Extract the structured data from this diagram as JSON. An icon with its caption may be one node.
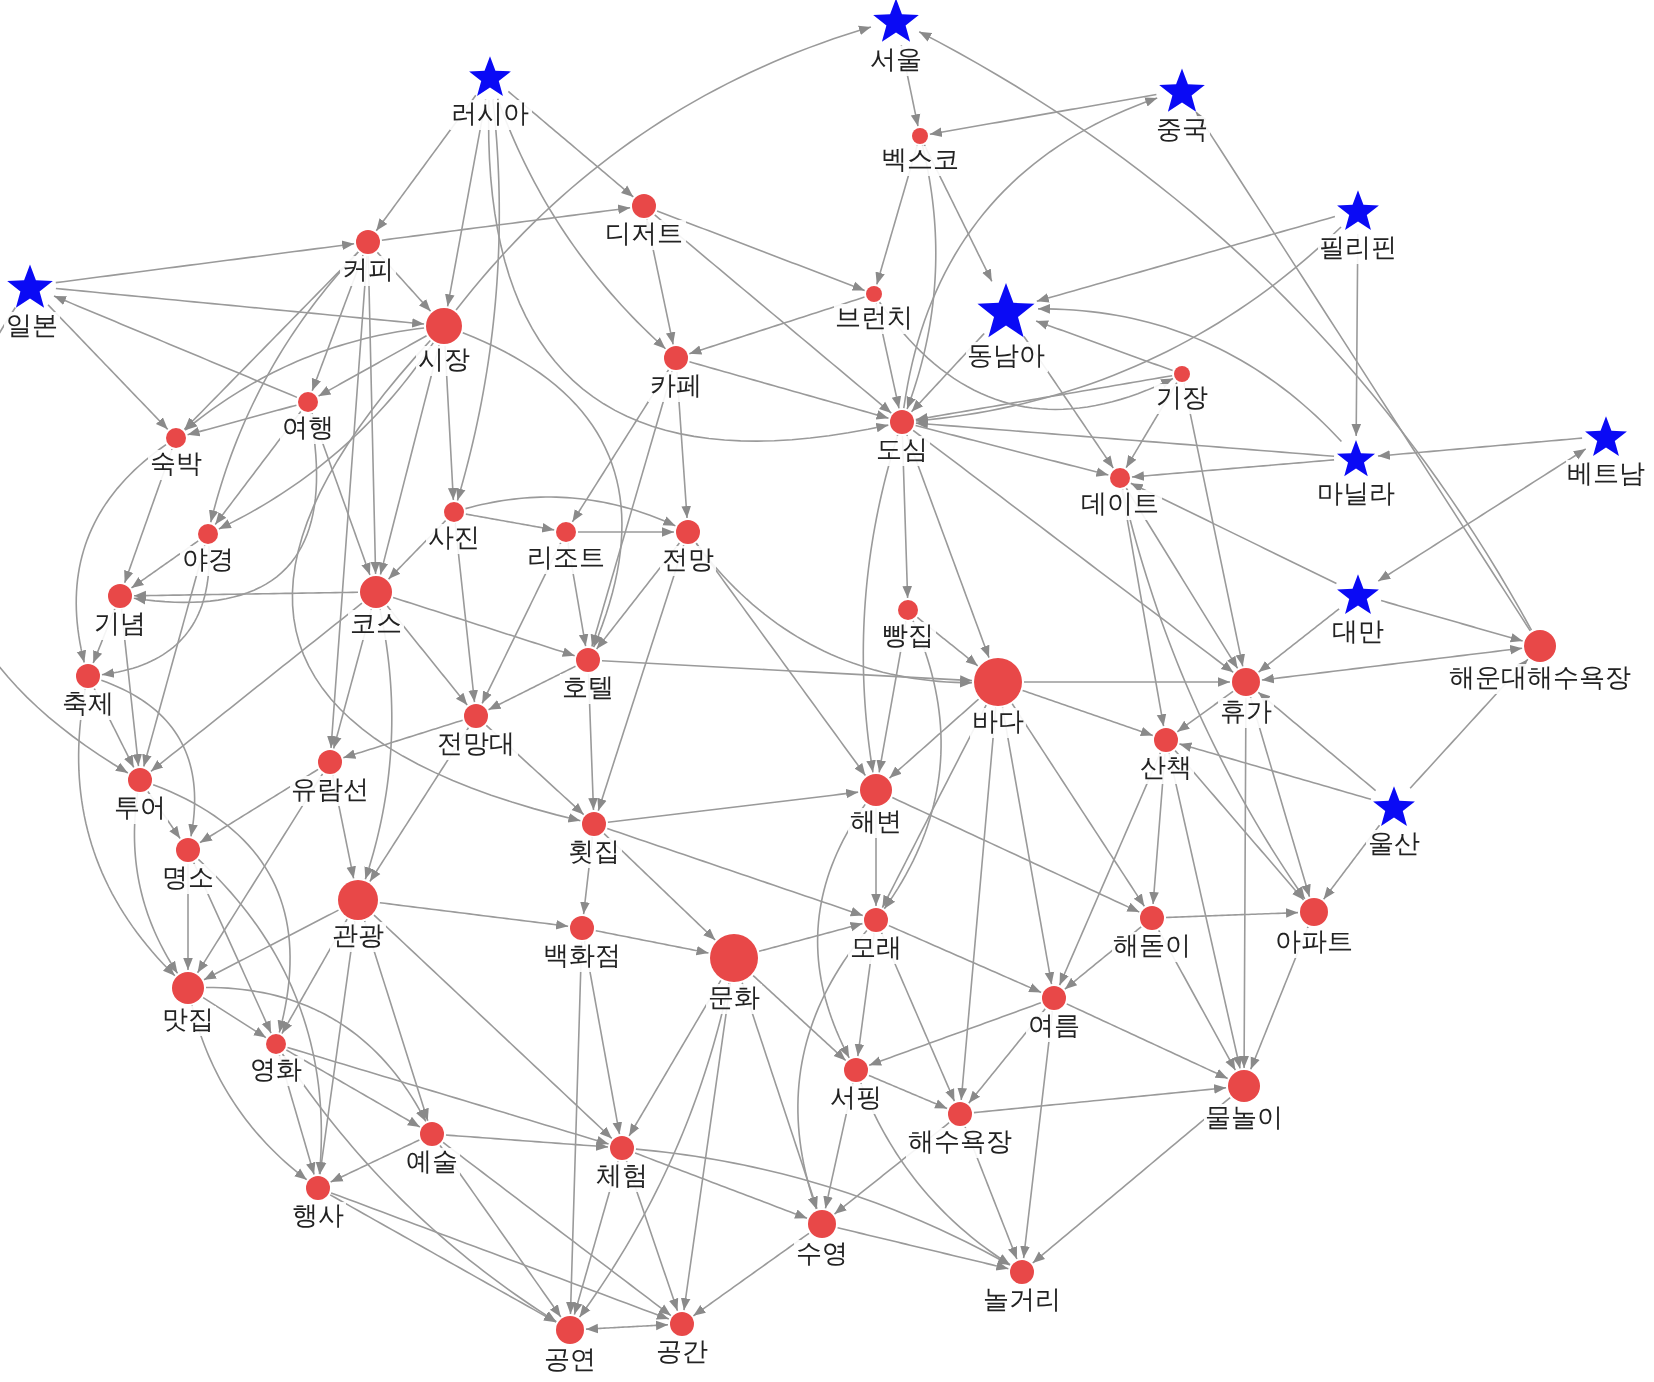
{
  "diagram": {
    "nodes": [
      {
        "text": [
          "러시아"
        ]
      },
      {
        "text": [
          "서울"
        ]
      },
      {
        "text": [
          "중국"
        ]
      },
      {
        "text": [
          "필리핀"
        ]
      },
      {
        "text": [
          "일본"
        ]
      },
      {
        "text": [
          "벡스코"
        ]
      },
      {
        "text": [
          "디저트"
        ]
      },
      {
        "text": [
          "커피"
        ]
      },
      {
        "text": [
          "브런치"
        ]
      },
      {
        "text": [
          "동남아"
        ]
      },
      {
        "text": [
          "기장"
        ]
      },
      {
        "text": [
          "시장"
        ]
      },
      {
        "text": [
          "카페"
        ]
      },
      {
        "text": [
          "여행"
        ]
      },
      {
        "text": [
          "숙박"
        ]
      },
      {
        "text": [
          "도심"
        ]
      },
      {
        "text": [
          "데이트"
        ]
      },
      {
        "text": [
          "마닐라"
        ]
      },
      {
        "text": [
          "베트남"
        ]
      },
      {
        "text": [
          "야경"
        ]
      },
      {
        "text": [
          "사진"
        ]
      },
      {
        "text": [
          "리조트"
        ]
      },
      {
        "text": [
          "전망"
        ]
      },
      {
        "text": [
          "기념"
        ]
      },
      {
        "text": [
          "코스"
        ]
      },
      {
        "text": [
          "빵집"
        ]
      },
      {
        "text": [
          "대만"
        ]
      },
      {
        "text": [
          "해운대해수욕장"
        ]
      },
      {
        "text": [
          "축제"
        ]
      },
      {
        "text": [
          "호텔"
        ]
      },
      {
        "text": [
          "바다"
        ]
      },
      {
        "text": [
          "휴가"
        ]
      },
      {
        "text": [
          "전망대"
        ]
      },
      {
        "text": [
          "유람선"
        ]
      },
      {
        "text": [
          "산책"
        ]
      },
      {
        "text": [
          "투어"
        ]
      },
      {
        "text": [
          "횟집"
        ]
      },
      {
        "text": [
          "해변"
        ]
      },
      {
        "text": [
          "울산"
        ]
      },
      {
        "text": [
          "명소"
        ]
      },
      {
        "text": [
          "관광"
        ]
      },
      {
        "text": [
          "백화점"
        ]
      },
      {
        "text": [
          "모래"
        ]
      },
      {
        "text": [
          "해돋이"
        ]
      },
      {
        "text": [
          "아파트"
        ]
      },
      {
        "text": [
          "맛집"
        ]
      },
      {
        "text": [
          "문화"
        ]
      },
      {
        "text": [
          "여름"
        ]
      },
      {
        "text": [
          "영화"
        ]
      },
      {
        "text": [
          "서핑"
        ]
      },
      {
        "text": [
          "해수욕장"
        ]
      },
      {
        "text": [
          "물놀이"
        ]
      },
      {
        "text": [
          "예술"
        ]
      },
      {
        "text": [
          "체험"
        ]
      },
      {
        "text": [
          "행사"
        ]
      },
      {
        "text": [
          "수영"
        ]
      },
      {
        "text": [
          "놀거리"
        ]
      },
      {
        "text": [
          "공연"
        ]
      },
      {
        "text": [
          "공간"
        ]
      }
    ],
    "edges": [
      {
        "from": 0,
        "to": 6,
        "arrow": "to"
      },
      {
        "from": 0,
        "to": 7,
        "arrow": "to"
      },
      {
        "from": 0,
        "to": 11,
        "arrow": "to"
      },
      {
        "from": 0,
        "to": 12,
        "arrow": "to"
      },
      {
        "from": 0,
        "to": 20,
        "arrow": "to"
      },
      {
        "from": 0,
        "to": 15,
        "arrow": "to"
      },
      {
        "from": 1,
        "to": 5,
        "arrow": "to"
      },
      {
        "from": 27,
        "to": 1,
        "arrow": "to"
      },
      {
        "from": 11,
        "to": 1,
        "arrow": "to"
      },
      {
        "from": 2,
        "to": 5,
        "arrow": "to"
      },
      {
        "from": 27,
        "to": 2,
        "arrow": "to"
      },
      {
        "from": 15,
        "to": 2,
        "arrow": "to"
      },
      {
        "from": 3,
        "to": 17,
        "arrow": "to"
      },
      {
        "from": 3,
        "to": 9,
        "arrow": "to"
      },
      {
        "from": 3,
        "to": 15,
        "arrow": "to"
      },
      {
        "from": 4,
        "to": 7,
        "arrow": "to"
      },
      {
        "from": 4,
        "to": 14,
        "arrow": "to"
      },
      {
        "from": 4,
        "to": 11,
        "arrow": "to"
      },
      {
        "from": 4,
        "to": 35,
        "arrow": "to"
      },
      {
        "from": 13,
        "to": 4,
        "arrow": "to"
      },
      {
        "from": 7,
        "to": 6,
        "arrow": "to"
      },
      {
        "from": 5,
        "to": 9,
        "arrow": "to"
      },
      {
        "from": 5,
        "to": 8,
        "arrow": "to"
      },
      {
        "from": 5,
        "to": 15,
        "arrow": "to"
      },
      {
        "from": 8,
        "to": 15,
        "arrow": "to"
      },
      {
        "from": 8,
        "to": 12,
        "arrow": "to"
      },
      {
        "from": 8,
        "to": 10,
        "arrow": "to"
      },
      {
        "from": 10,
        "to": 9,
        "arrow": "to"
      },
      {
        "from": 17,
        "to": 9,
        "arrow": "to"
      },
      {
        "from": 18,
        "to": 17,
        "arrow": "to"
      },
      {
        "from": 18,
        "to": 26,
        "arrow": "both"
      },
      {
        "from": 26,
        "to": 27,
        "arrow": "to"
      },
      {
        "from": 27,
        "to": 31,
        "arrow": "both"
      },
      {
        "from": 17,
        "to": 15,
        "arrow": "to"
      },
      {
        "from": 17,
        "to": 16,
        "arrow": "to"
      },
      {
        "from": 38,
        "to": 27,
        "arrow": "to"
      },
      {
        "from": 38,
        "to": 44,
        "arrow": "to"
      },
      {
        "from": 7,
        "to": 11,
        "arrow": "to"
      },
      {
        "from": 7,
        "to": 13,
        "arrow": "to"
      },
      {
        "from": 7,
        "to": 14,
        "arrow": "to"
      },
      {
        "from": 7,
        "to": 24,
        "arrow": "to"
      },
      {
        "from": 7,
        "to": 19,
        "arrow": "to"
      },
      {
        "from": 7,
        "to": 33,
        "arrow": "to"
      },
      {
        "from": 11,
        "to": 13,
        "arrow": "to"
      },
      {
        "from": 11,
        "to": 14,
        "arrow": "to"
      },
      {
        "from": 11,
        "to": 19,
        "arrow": "to"
      },
      {
        "from": 11,
        "to": 20,
        "arrow": "to"
      },
      {
        "from": 11,
        "to": 24,
        "arrow": "to"
      },
      {
        "from": 11,
        "to": 29,
        "arrow": "to"
      },
      {
        "from": 11,
        "to": 36,
        "arrow": "to"
      },
      {
        "from": 12,
        "to": 6,
        "arrow": "both"
      },
      {
        "from": 12,
        "to": 21,
        "arrow": "to"
      },
      {
        "from": 12,
        "to": 22,
        "arrow": "to"
      },
      {
        "from": 12,
        "to": 15,
        "arrow": "to"
      },
      {
        "from": 12,
        "to": 29,
        "arrow": "to"
      },
      {
        "from": 13,
        "to": 14,
        "arrow": "to"
      },
      {
        "from": 13,
        "to": 19,
        "arrow": "to"
      },
      {
        "from": 13,
        "to": 23,
        "arrow": "to"
      },
      {
        "from": 13,
        "to": 24,
        "arrow": "to"
      },
      {
        "from": 14,
        "to": 23,
        "arrow": "to"
      },
      {
        "from": 14,
        "to": 28,
        "arrow": "to"
      },
      {
        "from": 19,
        "to": 23,
        "arrow": "to"
      },
      {
        "from": 19,
        "to": 28,
        "arrow": "to"
      },
      {
        "from": 19,
        "to": 35,
        "arrow": "to"
      },
      {
        "from": 20,
        "to": 21,
        "arrow": "to"
      },
      {
        "from": 20,
        "to": 22,
        "arrow": "to"
      },
      {
        "from": 20,
        "to": 24,
        "arrow": "to"
      },
      {
        "from": 20,
        "to": 32,
        "arrow": "to"
      },
      {
        "from": 21,
        "to": 22,
        "arrow": "to"
      },
      {
        "from": 21,
        "to": 29,
        "arrow": "to"
      },
      {
        "from": 21,
        "to": 32,
        "arrow": "to"
      },
      {
        "from": 22,
        "to": 29,
        "arrow": "to"
      },
      {
        "from": 22,
        "to": 30,
        "arrow": "to"
      },
      {
        "from": 23,
        "to": 28,
        "arrow": "to"
      },
      {
        "from": 23,
        "to": 35,
        "arrow": "to"
      },
      {
        "from": 24,
        "to": 23,
        "arrow": "to"
      },
      {
        "from": 24,
        "to": 32,
        "arrow": "to"
      },
      {
        "from": 24,
        "to": 33,
        "arrow": "to"
      },
      {
        "from": 24,
        "to": 35,
        "arrow": "to"
      },
      {
        "from": 24,
        "to": 40,
        "arrow": "to"
      },
      {
        "from": 24,
        "to": 29,
        "arrow": "to"
      },
      {
        "from": 25,
        "to": 30,
        "arrow": "to"
      },
      {
        "from": 25,
        "to": 37,
        "arrow": "to"
      },
      {
        "from": 25,
        "to": 42,
        "arrow": "to"
      },
      {
        "from": 15,
        "to": 25,
        "arrow": "to"
      },
      {
        "from": 15,
        "to": 16,
        "arrow": "to"
      },
      {
        "from": 15,
        "to": 30,
        "arrow": "to"
      },
      {
        "from": 15,
        "to": 31,
        "arrow": "to"
      },
      {
        "from": 15,
        "to": 37,
        "arrow": "to"
      },
      {
        "from": 16,
        "to": 31,
        "arrow": "to"
      },
      {
        "from": 16,
        "to": 34,
        "arrow": "to"
      },
      {
        "from": 16,
        "to": 44,
        "arrow": "to"
      },
      {
        "from": 30,
        "to": 34,
        "arrow": "to"
      },
      {
        "from": 30,
        "to": 31,
        "arrow": "to"
      },
      {
        "from": 30,
        "to": 37,
        "arrow": "to"
      },
      {
        "from": 30,
        "to": 42,
        "arrow": "to"
      },
      {
        "from": 30,
        "to": 43,
        "arrow": "to"
      },
      {
        "from": 30,
        "to": 47,
        "arrow": "to"
      },
      {
        "from": 30,
        "to": 50,
        "arrow": "to"
      },
      {
        "from": 31,
        "to": 34,
        "arrow": "to"
      },
      {
        "from": 31,
        "to": 44,
        "arrow": "to"
      },
      {
        "from": 31,
        "to": 51,
        "arrow": "to"
      },
      {
        "from": 34,
        "to": 43,
        "arrow": "to"
      },
      {
        "from": 34,
        "to": 44,
        "arrow": "to"
      },
      {
        "from": 34,
        "to": 51,
        "arrow": "to"
      },
      {
        "from": 34,
        "to": 47,
        "arrow": "to"
      },
      {
        "from": 28,
        "to": 35,
        "arrow": "to"
      },
      {
        "from": 28,
        "to": 39,
        "arrow": "to"
      },
      {
        "from": 28,
        "to": 45,
        "arrow": "to"
      },
      {
        "from": 32,
        "to": 36,
        "arrow": "to"
      },
      {
        "from": 32,
        "to": 33,
        "arrow": "to"
      },
      {
        "from": 32,
        "to": 40,
        "arrow": "to"
      },
      {
        "from": 33,
        "to": 39,
        "arrow": "to"
      },
      {
        "from": 33,
        "to": 40,
        "arrow": "to"
      },
      {
        "from": 33,
        "to": 45,
        "arrow": "to"
      },
      {
        "from": 35,
        "to": 39,
        "arrow": "to"
      },
      {
        "from": 35,
        "to": 45,
        "arrow": "to"
      },
      {
        "from": 35,
        "to": 48,
        "arrow": "to"
      },
      {
        "from": 36,
        "to": 41,
        "arrow": "to"
      },
      {
        "from": 36,
        "to": 46,
        "arrow": "to"
      },
      {
        "from": 36,
        "to": 37,
        "arrow": "to"
      },
      {
        "from": 36,
        "to": 42,
        "arrow": "to"
      },
      {
        "from": 37,
        "to": 42,
        "arrow": "to"
      },
      {
        "from": 37,
        "to": 49,
        "arrow": "to"
      },
      {
        "from": 37,
        "to": 43,
        "arrow": "to"
      },
      {
        "from": 39,
        "to": 45,
        "arrow": "to"
      },
      {
        "from": 39,
        "to": 48,
        "arrow": "to"
      },
      {
        "from": 39,
        "to": 54,
        "arrow": "to"
      },
      {
        "from": 40,
        "to": 45,
        "arrow": "to"
      },
      {
        "from": 40,
        "to": 48,
        "arrow": "to"
      },
      {
        "from": 40,
        "to": 52,
        "arrow": "to"
      },
      {
        "from": 40,
        "to": 54,
        "arrow": "to"
      },
      {
        "from": 40,
        "to": 41,
        "arrow": "to"
      },
      {
        "from": 40,
        "to": 53,
        "arrow": "to"
      },
      {
        "from": 41,
        "to": 53,
        "arrow": "to"
      },
      {
        "from": 41,
        "to": 57,
        "arrow": "to"
      },
      {
        "from": 41,
        "to": 46,
        "arrow": "to"
      },
      {
        "from": 42,
        "to": 49,
        "arrow": "to"
      },
      {
        "from": 42,
        "to": 50,
        "arrow": "to"
      },
      {
        "from": 42,
        "to": 55,
        "arrow": "to"
      },
      {
        "from": 42,
        "to": 47,
        "arrow": "to"
      },
      {
        "from": 43,
        "to": 47,
        "arrow": "to"
      },
      {
        "from": 43,
        "to": 51,
        "arrow": "to"
      },
      {
        "from": 43,
        "to": 44,
        "arrow": "to"
      },
      {
        "from": 44,
        "to": 51,
        "arrow": "to"
      },
      {
        "from": 46,
        "to": 53,
        "arrow": "to"
      },
      {
        "from": 46,
        "to": 49,
        "arrow": "to"
      },
      {
        "from": 46,
        "to": 55,
        "arrow": "to"
      },
      {
        "from": 46,
        "to": 57,
        "arrow": "to"
      },
      {
        "from": 46,
        "to": 58,
        "arrow": "to"
      },
      {
        "from": 46,
        "to": 42,
        "arrow": "to"
      },
      {
        "from": 47,
        "to": 50,
        "arrow": "to"
      },
      {
        "from": 47,
        "to": 51,
        "arrow": "to"
      },
      {
        "from": 47,
        "to": 56,
        "arrow": "to"
      },
      {
        "from": 47,
        "to": 49,
        "arrow": "to"
      },
      {
        "from": 48,
        "to": 54,
        "arrow": "to"
      },
      {
        "from": 48,
        "to": 52,
        "arrow": "to"
      },
      {
        "from": 48,
        "to": 57,
        "arrow": "to"
      },
      {
        "from": 48,
        "to": 53,
        "arrow": "to"
      },
      {
        "from": 49,
        "to": 55,
        "arrow": "to"
      },
      {
        "from": 49,
        "to": 56,
        "arrow": "to"
      },
      {
        "from": 49,
        "to": 50,
        "arrow": "to"
      },
      {
        "from": 50,
        "to": 56,
        "arrow": "to"
      },
      {
        "from": 50,
        "to": 51,
        "arrow": "to"
      },
      {
        "from": 50,
        "to": 55,
        "arrow": "to"
      },
      {
        "from": 51,
        "to": 56,
        "arrow": "to"
      },
      {
        "from": 52,
        "to": 54,
        "arrow": "to"
      },
      {
        "from": 52,
        "to": 57,
        "arrow": "to"
      },
      {
        "from": 52,
        "to": 58,
        "arrow": "to"
      },
      {
        "from": 52,
        "to": 53,
        "arrow": "to"
      },
      {
        "from": 53,
        "to": 57,
        "arrow": "to"
      },
      {
        "from": 53,
        "to": 58,
        "arrow": "to"
      },
      {
        "from": 53,
        "to": 55,
        "arrow": "to"
      },
      {
        "from": 53,
        "to": 56,
        "arrow": "to"
      },
      {
        "from": 54,
        "to": 57,
        "arrow": "to"
      },
      {
        "from": 54,
        "to": 58,
        "arrow": "to"
      },
      {
        "from": 55,
        "to": 56,
        "arrow": "to"
      },
      {
        "from": 55,
        "to": 58,
        "arrow": "to"
      },
      {
        "from": 57,
        "to": 58,
        "arrow": "both"
      },
      {
        "from": 45,
        "to": 48,
        "arrow": "to"
      },
      {
        "from": 45,
        "to": 54,
        "arrow": "to"
      },
      {
        "from": 45,
        "to": 52,
        "arrow": "to"
      },
      {
        "from": 29,
        "to": 36,
        "arrow": "to"
      },
      {
        "from": 29,
        "to": 30,
        "arrow": "to"
      },
      {
        "from": 29,
        "to": 32,
        "arrow": "to"
      },
      {
        "from": 22,
        "to": 36,
        "arrow": "to"
      },
      {
        "from": 22,
        "to": 37,
        "arrow": "to"
      },
      {
        "from": 26,
        "to": 31,
        "arrow": "to"
      },
      {
        "from": 26,
        "to": 16,
        "arrow": "to"
      },
      {
        "from": 10,
        "to": 16,
        "arrow": "to"
      },
      {
        "from": 10,
        "to": 15,
        "arrow": "to"
      },
      {
        "from": 10,
        "to": 31,
        "arrow": "to"
      },
      {
        "from": 9,
        "to": 15,
        "arrow": "to"
      },
      {
        "from": 9,
        "to": 16,
        "arrow": "to"
      },
      {
        "from": 38,
        "to": 34,
        "arrow": "to"
      },
      {
        "from": 38,
        "to": 31,
        "arrow": "to"
      },
      {
        "from": 6,
        "to": 8,
        "arrow": "to"
      },
      {
        "from": 6,
        "to": 15,
        "arrow": "to"
      }
    ]
  }
}
